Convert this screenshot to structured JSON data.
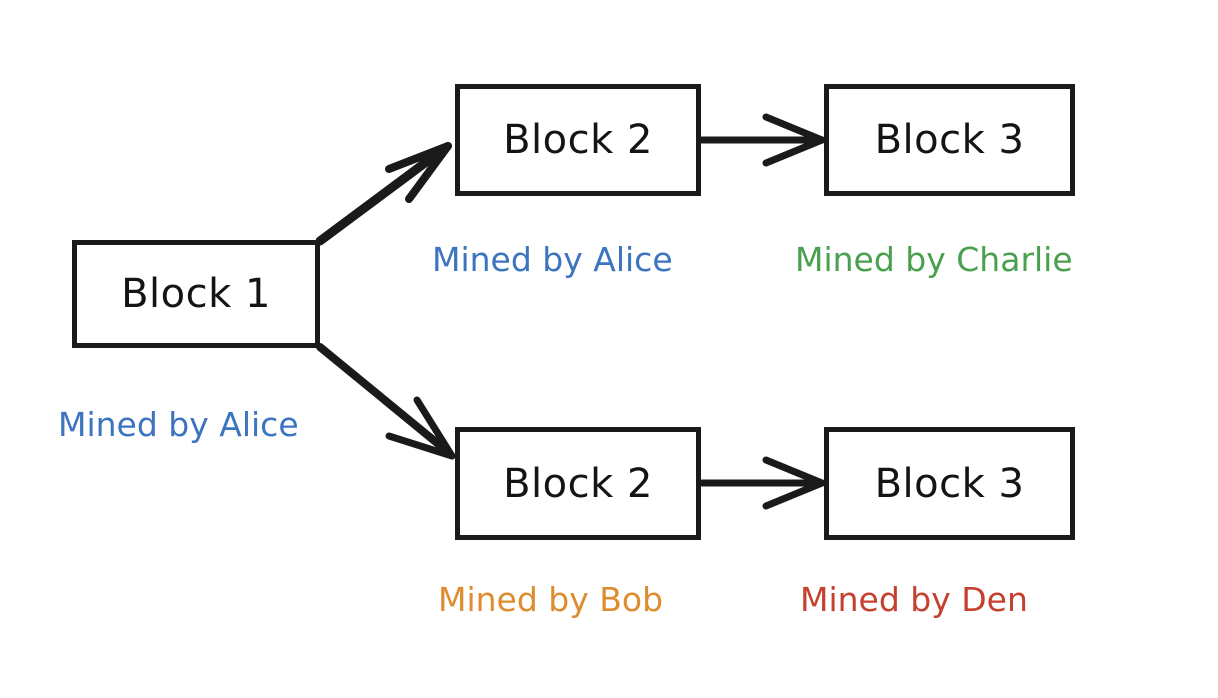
{
  "diagram": {
    "title": "Blockchain fork diagram",
    "background_color": "#ffffff",
    "stroke_color": "#1a1a1a",
    "blocks": [
      {
        "id": "block1",
        "label": "Block 1"
      },
      {
        "id": "block2-top",
        "label": "Block 2"
      },
      {
        "id": "block3-top",
        "label": "Block 3"
      },
      {
        "id": "block2-bottom",
        "label": "Block 2"
      },
      {
        "id": "block3-bottom",
        "label": "Block 3"
      }
    ],
    "miner_labels": [
      {
        "id": "miner-block1",
        "text": "Mined by Alice",
        "color": "#3c74c0"
      },
      {
        "id": "miner-block2-top",
        "text": "Mined by Alice",
        "color": "#3c74c0"
      },
      {
        "id": "miner-block3-top",
        "text": "Mined by Charlie",
        "color": "#4aa04e"
      },
      {
        "id": "miner-block2-bot",
        "text": "Mined by Bob",
        "color": "#df8c2e"
      },
      {
        "id": "miner-block3-bot",
        "text": "Mined by Den",
        "color": "#c5402f"
      }
    ],
    "arrows": [
      {
        "id": "arrow-fork-up",
        "from": "block1",
        "to": "block2-top"
      },
      {
        "id": "arrow-fork-down",
        "from": "block1",
        "to": "block2-bottom"
      },
      {
        "id": "arrow-top-chain",
        "from": "block2-top",
        "to": "block3-top"
      },
      {
        "id": "arrow-bottom-chain",
        "from": "block2-bottom",
        "to": "block3-bottom"
      }
    ]
  }
}
